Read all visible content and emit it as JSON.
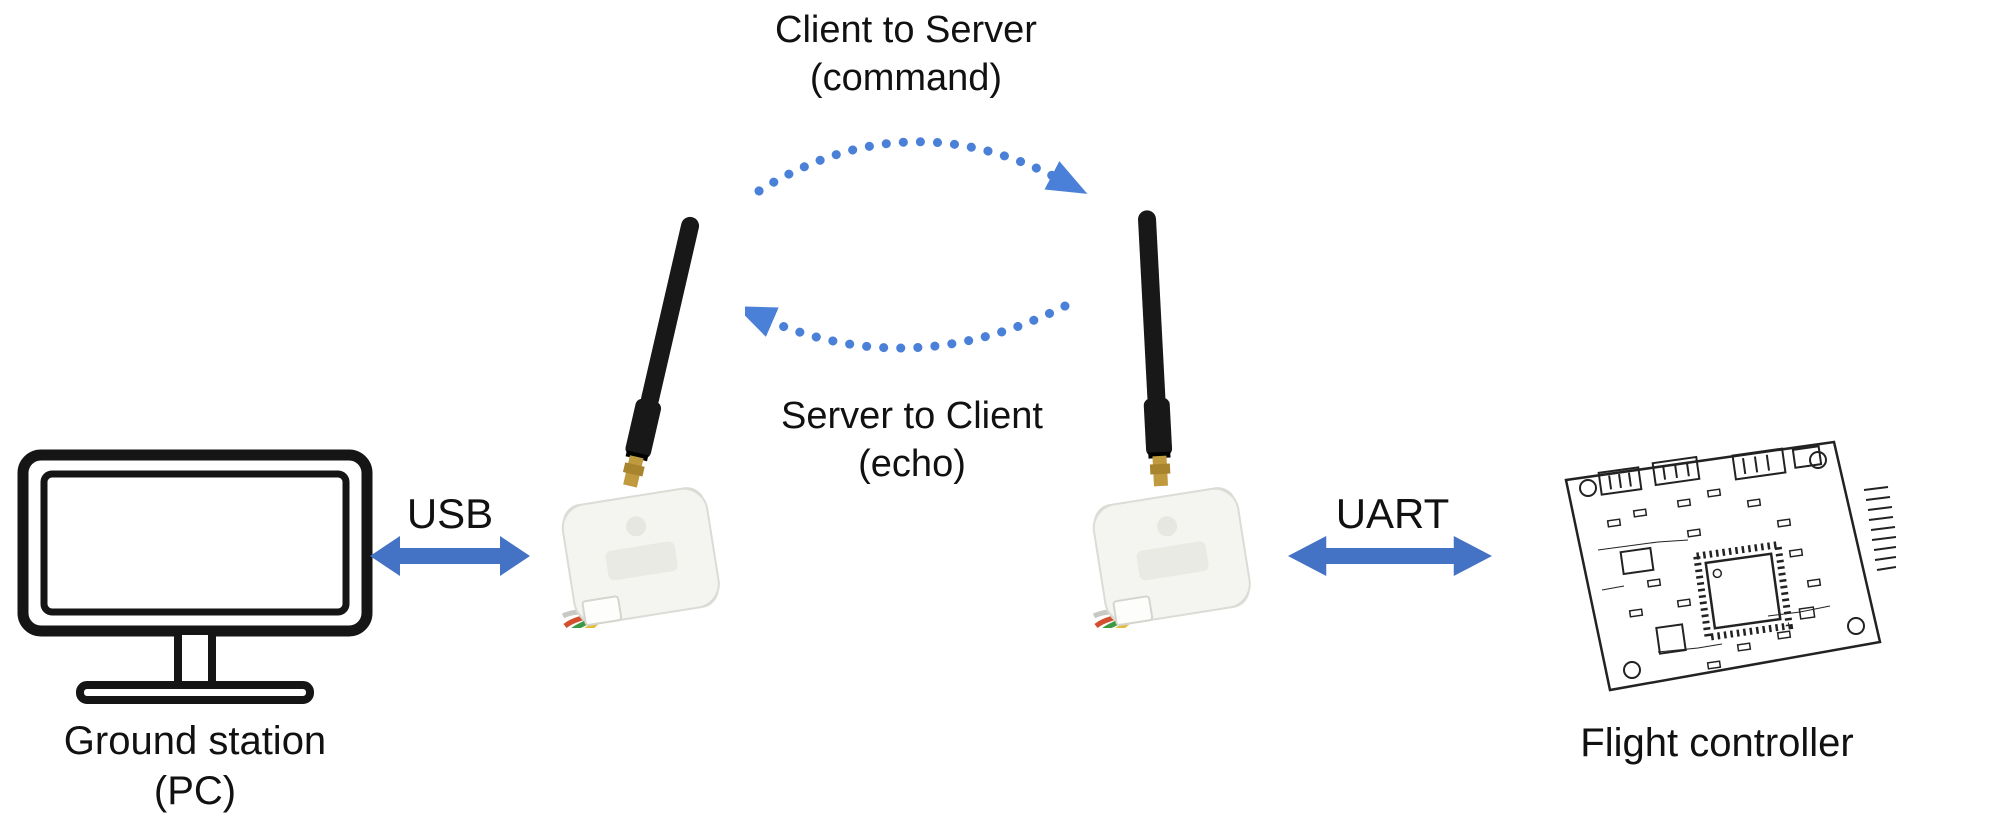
{
  "labels": {
    "client_to_server": "Client to Server",
    "client_to_server_sub": "(command)",
    "server_to_client": "Server to Client",
    "server_to_client_sub": "(echo)",
    "usb": "USB",
    "uart": "UART",
    "ground_station": "Ground station",
    "ground_station_sub": "(PC)",
    "flight_controller": "Flight controller"
  },
  "colors": {
    "arrow_blue": "#4472c4",
    "dotted_blue": "#4a80d8"
  },
  "icons": {
    "ground_station": "monitor-icon",
    "left_radio": "telemetry-radio-antenna-icon",
    "right_radio": "telemetry-radio-antenna-icon",
    "flight_controller": "pcb-board-icon",
    "usb_link": "double-headed-arrow-icon",
    "uart_link": "double-headed-arrow-icon",
    "command_link": "dotted-curved-arrow-right-icon",
    "echo_link": "dotted-curved-arrow-left-icon"
  }
}
